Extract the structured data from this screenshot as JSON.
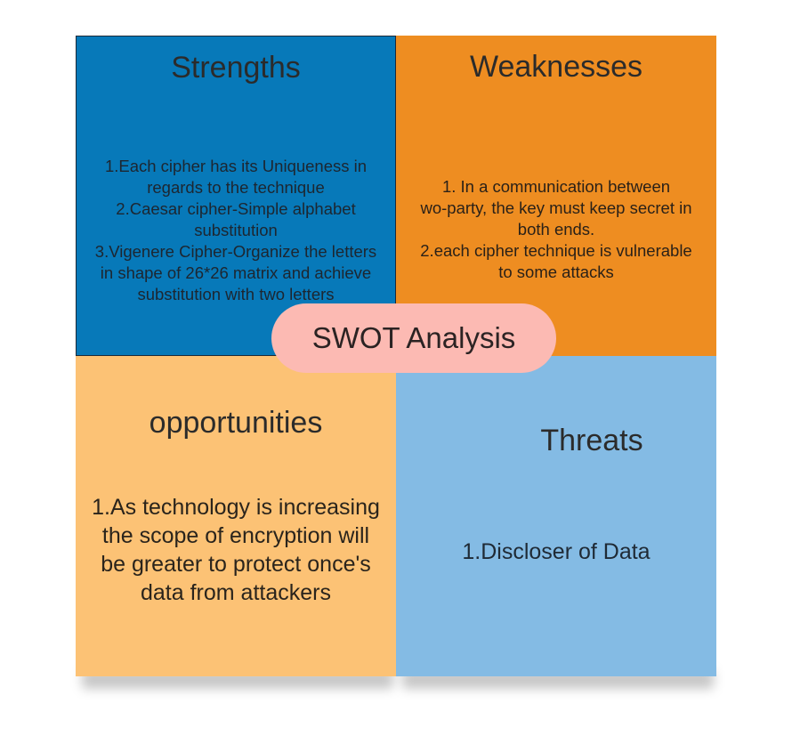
{
  "center_label": "SWOT Analysis",
  "colors": {
    "strengths": "#0779b9",
    "weaknesses": "#ee8d21",
    "opportunities": "#fcc275",
    "threats": "#84bbe4",
    "center": "#fcbab3"
  },
  "strengths": {
    "title": "Strengths",
    "lines": [
      "1.Each cipher has its Uniqueness in",
      "regards to the technique",
      "2.Caesar cipher-Simple alphabet",
      "substitution",
      "3.Vigenere Cipher-Organize the letters",
      "in shape of 26*26 matrix and achieve",
      "substitution with two letters"
    ]
  },
  "weaknesses": {
    "title": "Weaknesses",
    "lines": [
      "1. In a communication between",
      "wo-party, the key must keep secret in",
      "both ends.",
      "2.each cipher technique is vulnerable",
      "to some attacks"
    ]
  },
  "opportunities": {
    "title": "opportunities",
    "lines": [
      "1.As technology is increasing",
      "the scope of encryption will",
      "be greater to protect once's",
      "data from attackers"
    ]
  },
  "threats": {
    "title": "Threats",
    "lines": [
      "1.Discloser of Data"
    ]
  }
}
